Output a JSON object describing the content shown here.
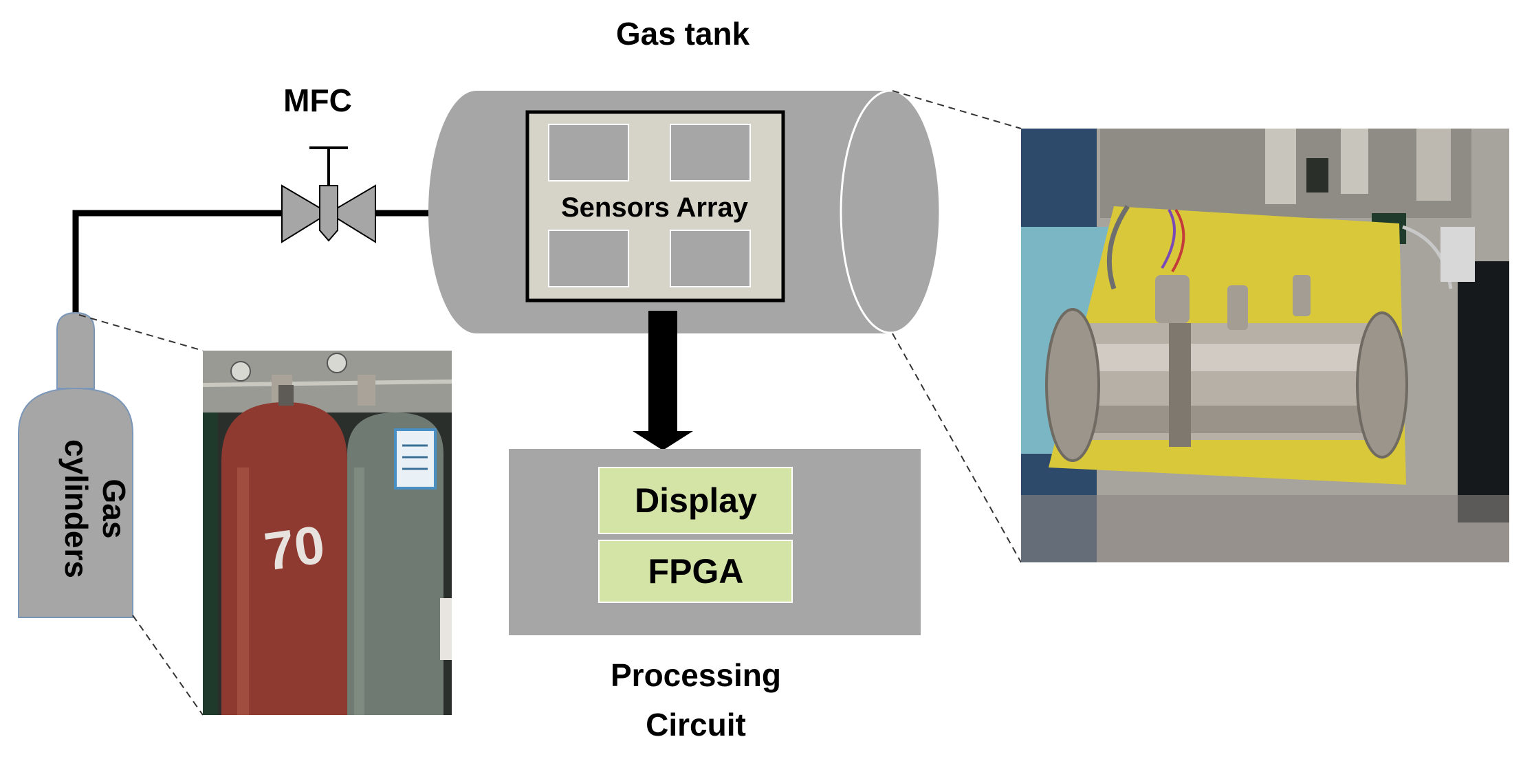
{
  "labels": {
    "gas_tank": "Gas tank",
    "mfc": "MFC",
    "sensors_array": "Sensors Array",
    "gas_cylinders_line1": "Gas",
    "gas_cylinders_line2": "cylinders",
    "display": "Display",
    "fpga": "FPGA",
    "processing_line1": "Processing",
    "processing_line2": "Circuit"
  },
  "photo_labels": {
    "cylinder_number": "70"
  },
  "colors": {
    "component_gray": "#a6a6a6",
    "sensor_panel": "#d6d3c8",
    "module_green": "#d4e4a6",
    "pipe": "#000000",
    "cylinder_red": "#8e3a30",
    "cylinder_green": "#6f7a72",
    "yellow_board": "#d9c93a"
  }
}
